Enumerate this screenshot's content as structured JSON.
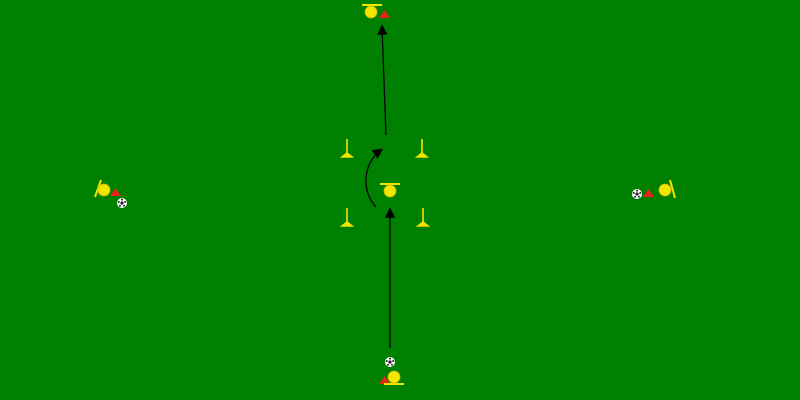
{
  "colors": {
    "pitch": "#008000",
    "player": "#f2e600",
    "player_outline": "#c8b400",
    "cone": "#e8221c",
    "ball": "#ffffff",
    "pole": "#f2e600",
    "arrow": "#000000"
  },
  "elements": {
    "players": 5,
    "balls": 3,
    "cones": 4,
    "poles": 4,
    "arrows": 3
  },
  "icons": {
    "player": "player-icon",
    "cone": "cone-icon",
    "ball": "ball-icon",
    "pole": "pole-icon"
  }
}
